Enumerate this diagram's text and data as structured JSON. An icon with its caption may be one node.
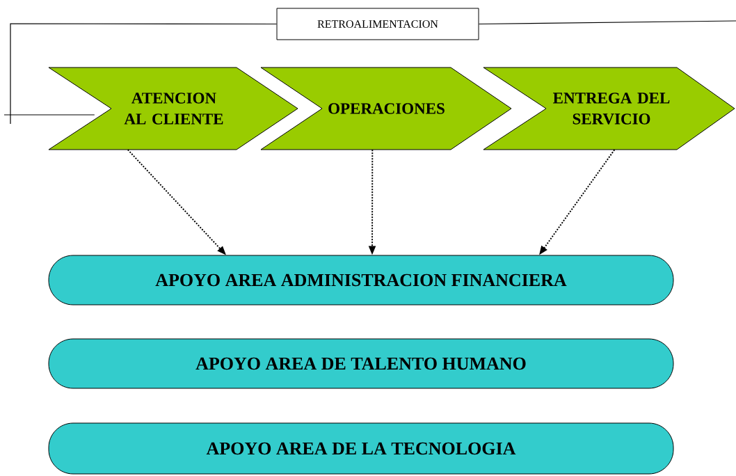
{
  "diagram": {
    "nodes": [
      {
        "text": [
          "RETROALIMENTACION"
        ]
      },
      {
        "text": [
          "ATENCION AL CLIENTE"
        ]
      },
      {
        "text": [
          "OPERACIONES"
        ]
      },
      {
        "text": [
          "ENTREGA DEL SERVICIO"
        ]
      },
      {
        "text": [
          "APOYO AREA ADMINISTRACION FINANCIERA"
        ]
      },
      {
        "text": [
          "APOYO AREA DE TALENTO HUMANO"
        ]
      },
      {
        "text": [
          "APOYO AREA DE LA TECNOLOGIA"
        ]
      }
    ],
    "edges": [
      {
        "from": null,
        "to": 0,
        "arrow": "none"
      },
      {
        "from": 0,
        "to": 1,
        "arrow": "none"
      },
      {
        "from": 1,
        "to": 4,
        "arrow": "to",
        "style": "dashed"
      },
      {
        "from": 2,
        "to": 4,
        "arrow": "to",
        "style": "dashed"
      },
      {
        "from": 3,
        "to": 4,
        "arrow": "to",
        "style": "dashed"
      }
    ]
  }
}
